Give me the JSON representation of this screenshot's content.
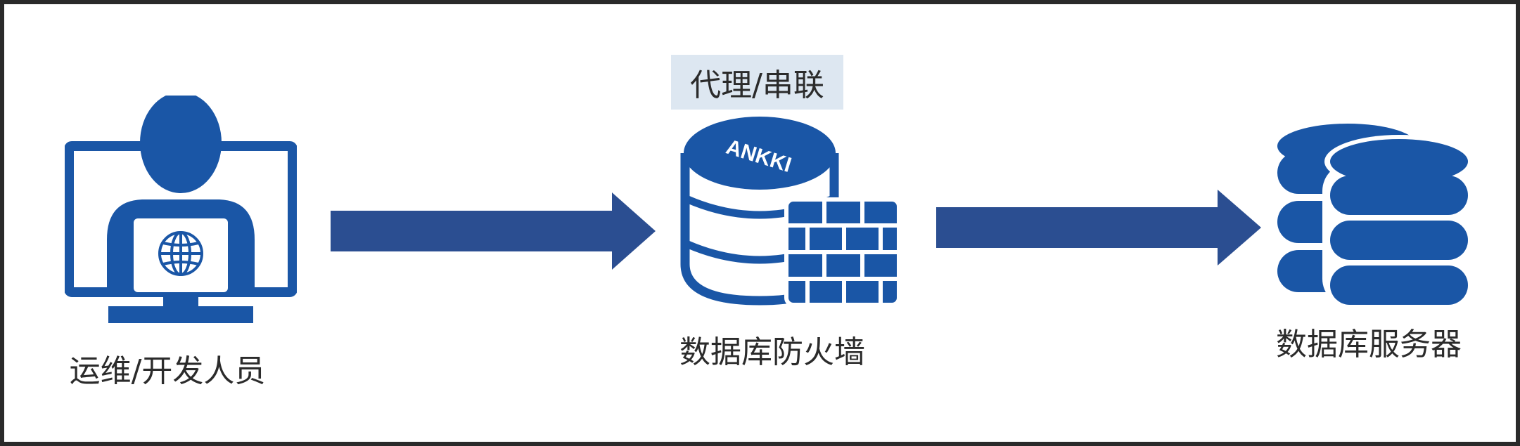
{
  "nodes": {
    "client": {
      "label": "运维/开发人员",
      "icon": "developer-monitor-icon"
    },
    "firewall": {
      "label": "数据库防火墙",
      "icon": "database-firewall-icon",
      "brand": "ANKKI",
      "mode": "代理/串联"
    },
    "server": {
      "label": "数据库服务器",
      "icon": "database-server-icon"
    }
  },
  "colors": {
    "primary": "#1a56a6",
    "arrow": "#2b4e91",
    "badge_bg": "#dde7f1",
    "text": "#2b2b2b"
  }
}
